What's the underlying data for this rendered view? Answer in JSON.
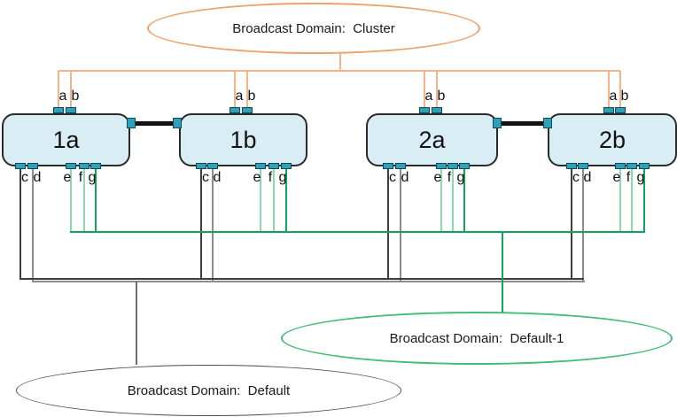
{
  "diagram": {
    "domains": {
      "cluster": {
        "label": "Broadcast Domain:  Cluster",
        "color": "#eea26a"
      },
      "default1": {
        "label": "Broadcast Domain:  Default-1",
        "color": "#43bd77"
      },
      "default": {
        "label": "Broadcast Domain:  Default",
        "color": "#4d4d4d"
      }
    },
    "nodes": [
      {
        "label": "1a",
        "ports": {
          "a": "a",
          "b": "b",
          "c": "c",
          "d": "d",
          "e": "e",
          "f": "f",
          "g": "g"
        }
      },
      {
        "label": "1b",
        "ports": {
          "a": "a",
          "b": "b",
          "c": "c",
          "d": "d",
          "e": "e",
          "f": "f",
          "g": "g"
        }
      },
      {
        "label": "2a",
        "ports": {
          "a": "a",
          "b": "b",
          "c": "c",
          "d": "d",
          "e": "e",
          "f": "f",
          "g": "g"
        }
      },
      {
        "label": "2b",
        "ports": {
          "a": "a",
          "b": "b",
          "c": "c",
          "d": "d",
          "e": "e",
          "f": "f",
          "g": "g"
        }
      }
    ],
    "colors": {
      "cluster_ellipse_border": "#eea26a",
      "cluster_link": "#f5b488",
      "default1_ellipse_border": "#43bd77",
      "default1_link": "#12a45c",
      "default1_link_light": "#8fd7ad",
      "default_ellipse_border": "#4d4d4d",
      "default_drop": "#6e6e6e",
      "link_c": "#3d3d3d",
      "link_d": "#8c8c8c",
      "node_fill": "#d9edf4",
      "node_border": "#2b2b2b",
      "port_fill": "#2fa0b6",
      "port_border": "#0d4b5a",
      "interconnect": "#111111"
    }
  }
}
